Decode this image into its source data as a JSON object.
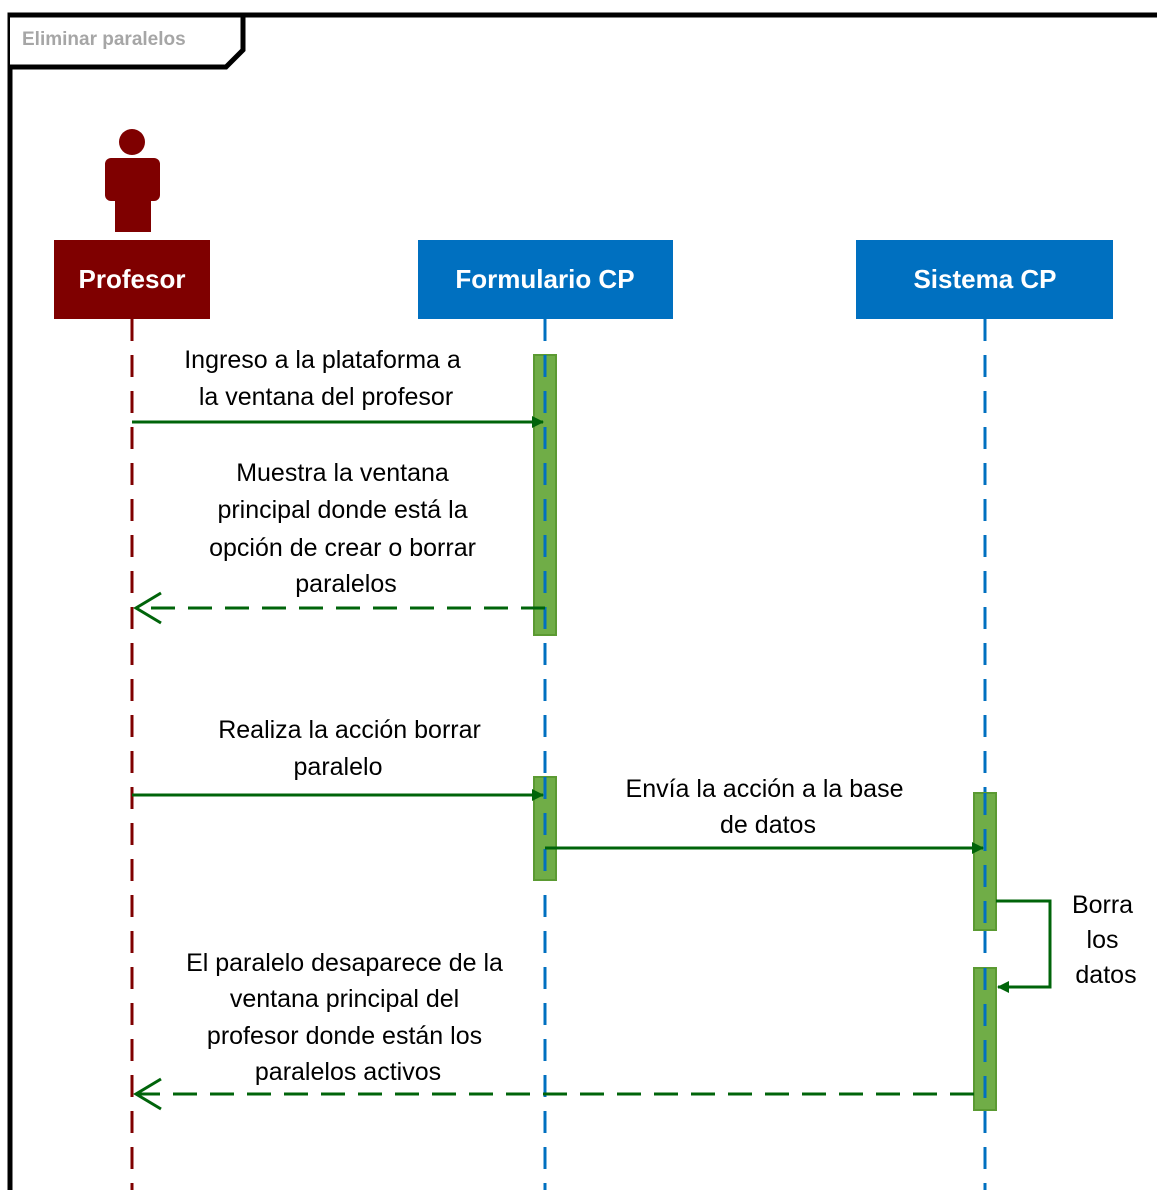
{
  "frame": {
    "title": "Eliminar paralelos"
  },
  "participants": [
    {
      "id": "profesor",
      "label": "Profesor",
      "color": "#7f0000",
      "type": "actor"
    },
    {
      "id": "formulario",
      "label": "Formulario CP",
      "color": "#0070c0",
      "type": "object"
    },
    {
      "id": "sistema",
      "label": "Sistema CP",
      "color": "#0070c0",
      "type": "object"
    }
  ],
  "messages": [
    {
      "from": "profesor",
      "to": "formulario",
      "kind": "sync",
      "lines": [
        "Ingreso a la plataforma a",
        "la ventana del profesor"
      ]
    },
    {
      "from": "formulario",
      "to": "profesor",
      "kind": "return",
      "lines": [
        "Muestra la ventana",
        "principal donde está la",
        "opción de crear o borrar",
        "paralelos"
      ]
    },
    {
      "from": "profesor",
      "to": "formulario",
      "kind": "sync",
      "lines": [
        "Realiza la acción borrar",
        "paralelo"
      ]
    },
    {
      "from": "formulario",
      "to": "sistema",
      "kind": "sync",
      "lines": [
        "Envía la acción a la base",
        "de datos"
      ]
    },
    {
      "from": "sistema",
      "to": "sistema",
      "kind": "self",
      "lines": [
        "Borra",
        "los",
        "datos"
      ]
    },
    {
      "from": "sistema",
      "to": "profesor",
      "kind": "return",
      "lines": [
        "El paralelo desaparece de la",
        "ventana principal del",
        "profesor donde están los",
        "paralelos activos"
      ]
    }
  ],
  "colors": {
    "arrow": "#00640a",
    "activation_fill": "#70ad47",
    "activation_stroke": "#5b9a32",
    "actor": "#7f0000",
    "object": "#0070c0",
    "frame": "#000000"
  }
}
